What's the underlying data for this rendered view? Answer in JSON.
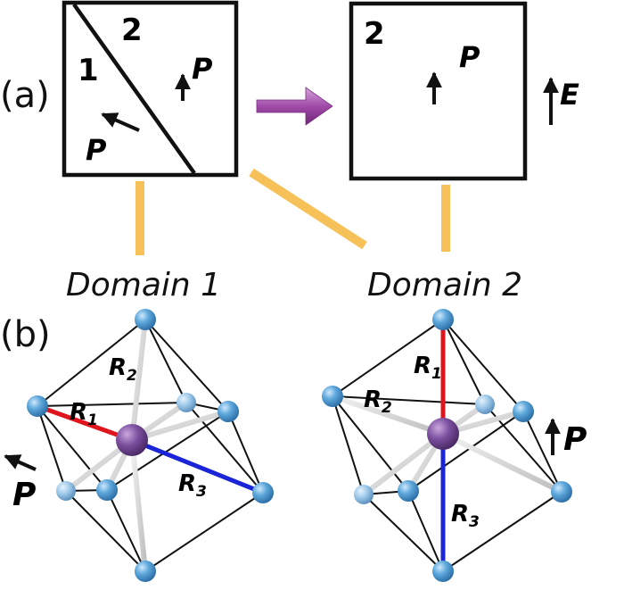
{
  "panel_a": {
    "tag": "(a)",
    "box1": {
      "region1": "1",
      "region2": "2",
      "p_left": "P",
      "p_right": "P"
    },
    "box2": {
      "region2": "2",
      "p": "P"
    },
    "field": "E",
    "domain1": "Domain 1",
    "domain2": "Domain 2"
  },
  "panel_b": {
    "tag": "(b)",
    "left": {
      "r1": "R",
      "r1_sub": "1",
      "r2": "R",
      "r2_sub": "2",
      "r3": "R",
      "r3_sub": "3",
      "p": "P"
    },
    "right": {
      "r1": "R",
      "r1_sub": "1",
      "r2": "R",
      "r2_sub": "2",
      "r3": "R",
      "r3_sub": "3",
      "p": "P"
    }
  },
  "colors": {
    "connector": "#f7c15a",
    "process_arrow": "#a04ba8",
    "atom_outer": "#5ea8dc",
    "atom_center": "#7b4f9e",
    "bond_r1": "#e0141c",
    "bond_r3": "#1a25d8"
  }
}
